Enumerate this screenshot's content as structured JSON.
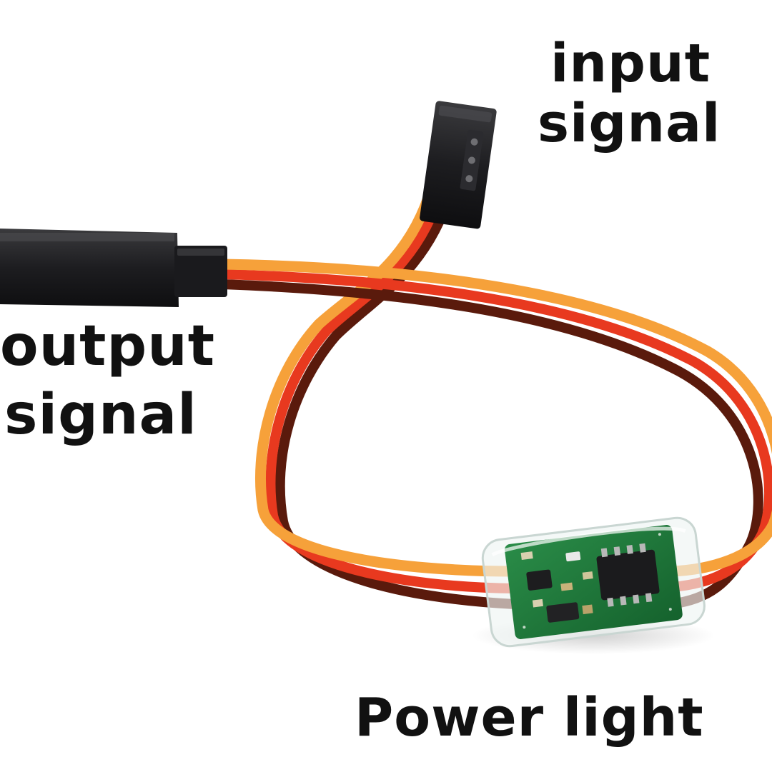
{
  "labels": {
    "input": {
      "line1": "input",
      "line2": "signal"
    },
    "output": {
      "line1": "output",
      "line2": "signal"
    },
    "power": "Power light"
  },
  "colors": {
    "wire_signal": "#f6a13a",
    "wire_power": "#e8391f",
    "wire_ground": "#5a1a0c",
    "connector": "#1c1c1e",
    "pcb": "#1d7a3a",
    "text": "#111111"
  },
  "icons": {
    "input_connector": "servo-connector-female-icon",
    "output_connector": "servo-connector-male-icon",
    "module": "pcb-module-icon"
  }
}
